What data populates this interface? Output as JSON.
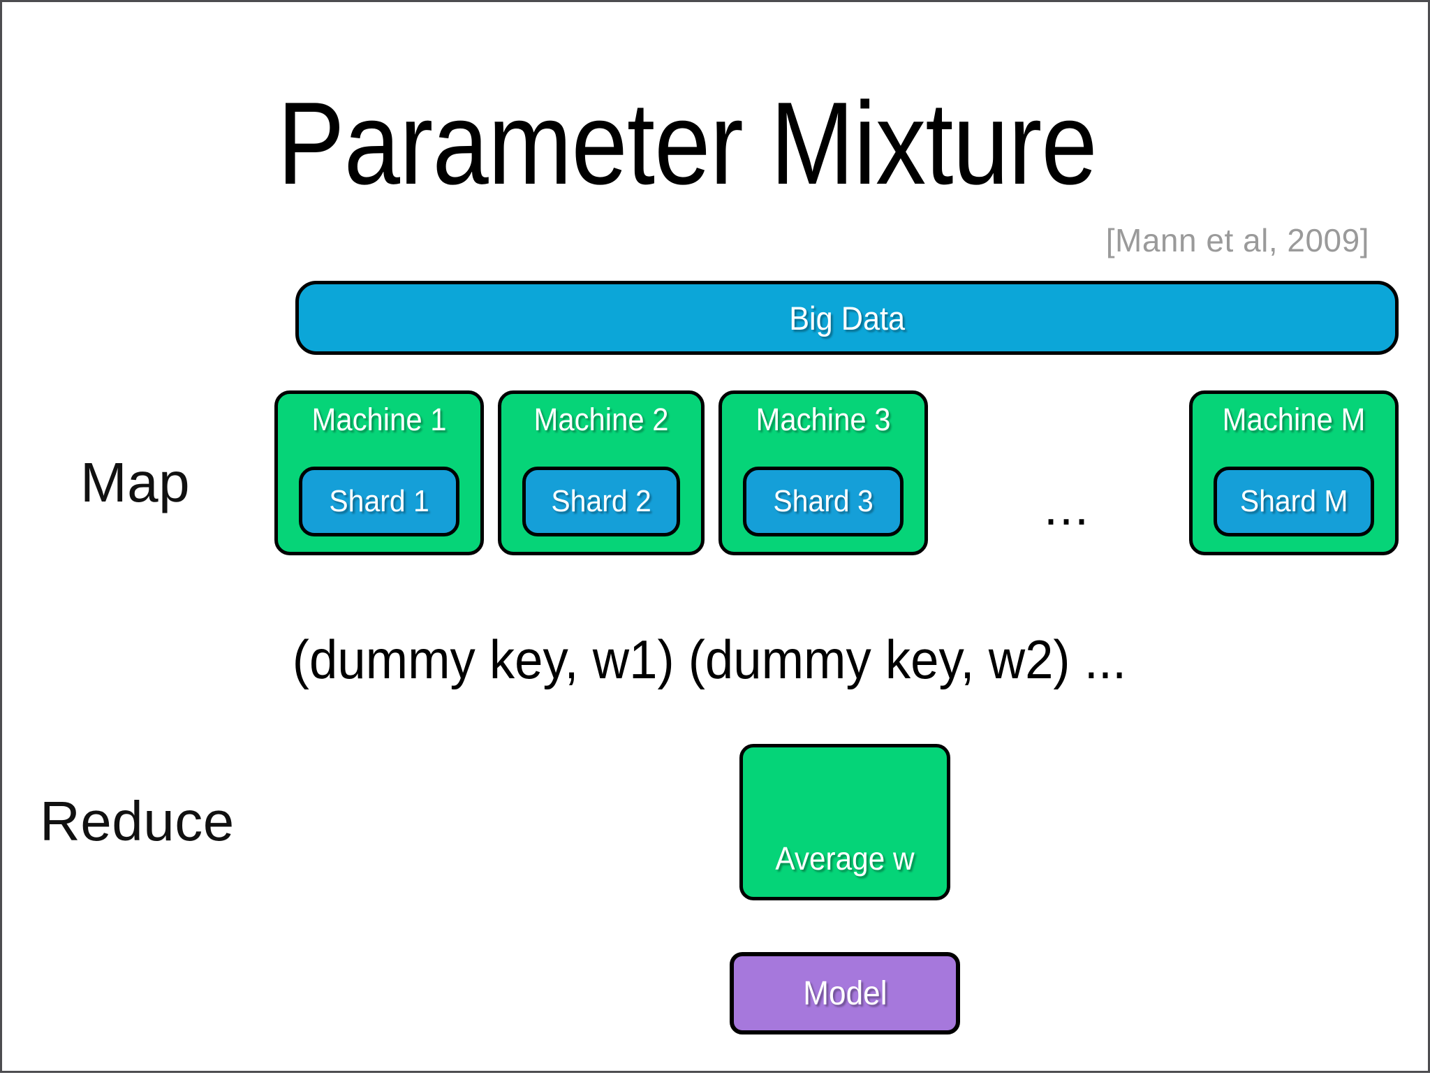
{
  "slide": {
    "title": "Parameter Mixture",
    "citation": "[Mann et al, 2009]",
    "background_color": "#ffffff",
    "border_color": "#4d4d50"
  },
  "colors": {
    "big_data_blue": "#0ca6d8",
    "machine_green": "#06d478",
    "shard_blue": "#159fd8",
    "average_green": "#05d478",
    "model_purple": "#a678dc",
    "outline_black": "#000000",
    "citation_gray": "#9a9a9a"
  },
  "data_source": {
    "label": "Big Data"
  },
  "stages": {
    "map_label": "Map",
    "reduce_label": "Reduce"
  },
  "machines": [
    {
      "title": "Machine 1",
      "shard": "Shard 1"
    },
    {
      "title": "Machine 2",
      "shard": "Shard 2"
    },
    {
      "title": "Machine 3",
      "shard": "Shard 3"
    },
    {
      "title": "Machine M",
      "shard": "Shard M"
    }
  ],
  "machine_ellipsis": "...",
  "intermediate_output": "(dummy key, w1)  (dummy key, w2)   ...",
  "reduce": {
    "average_label": "Average w",
    "model_label": "Model"
  }
}
